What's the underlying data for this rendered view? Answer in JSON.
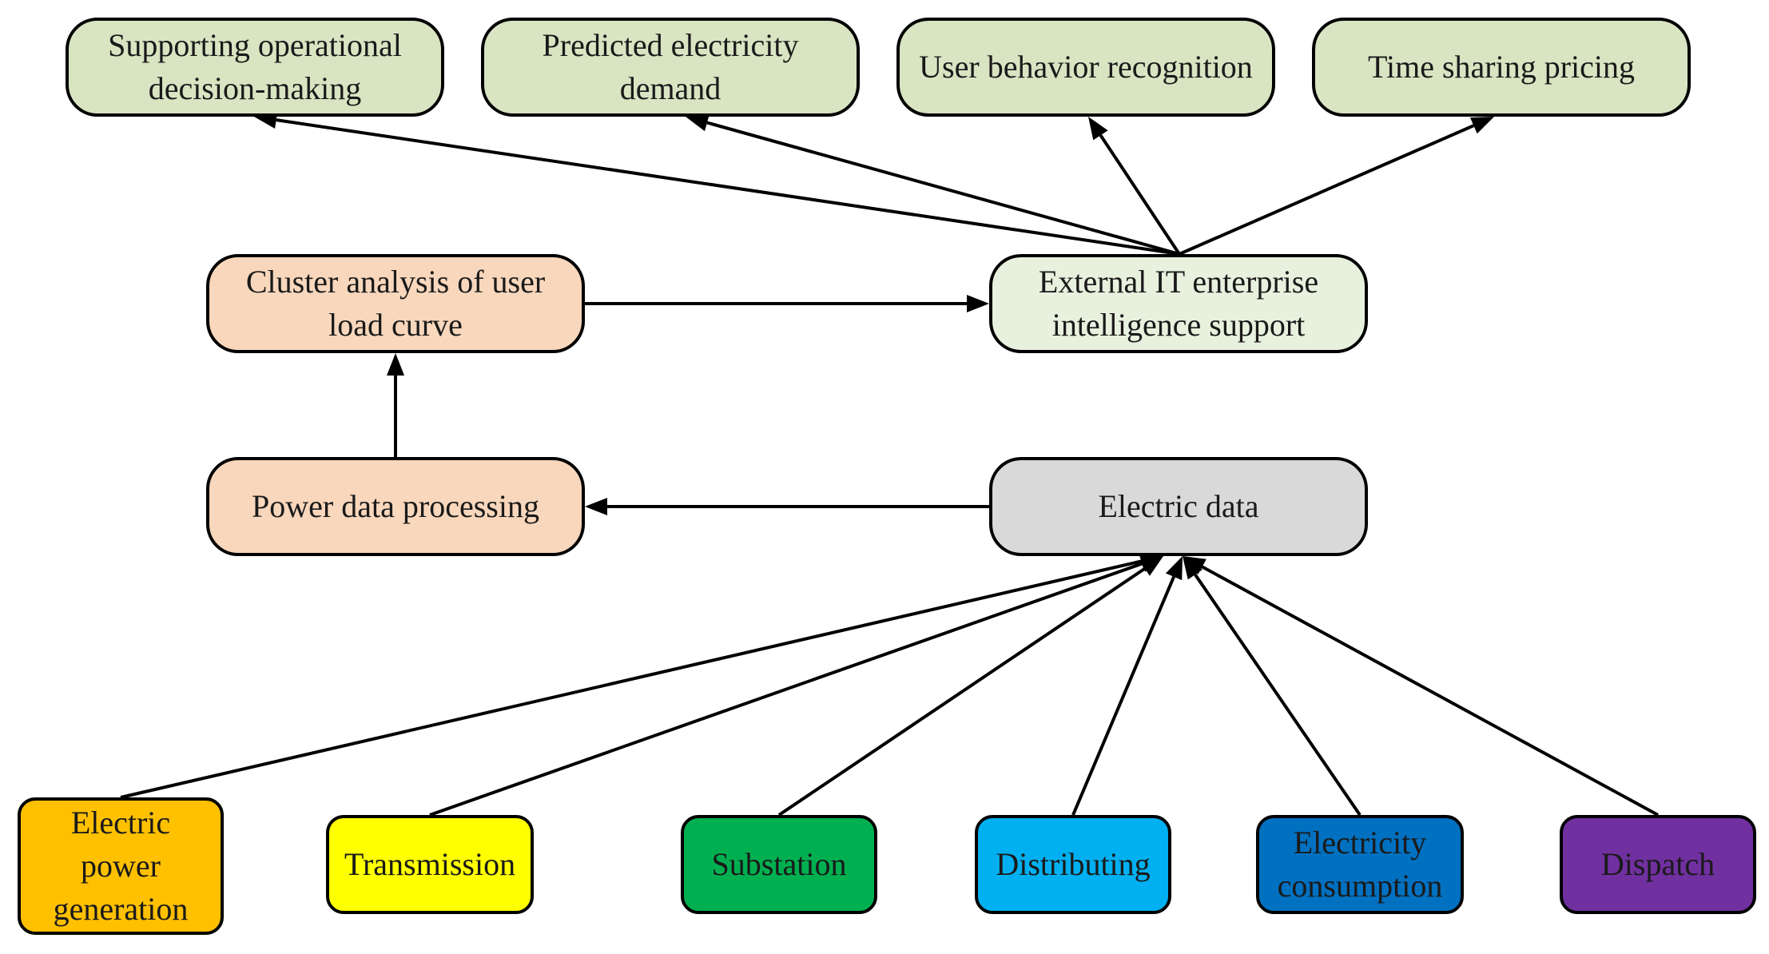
{
  "colors": {
    "top_fill": "#d9e4c2",
    "processing_fill": "#f8d7bc",
    "external_fill": "#e8f0de",
    "electric_fill": "#d9d9d9",
    "edge": "#000000",
    "border": "#000000"
  },
  "nodes": {
    "top": [
      {
        "lines": [
          "Supporting operational",
          "decision-making"
        ]
      },
      {
        "lines": [
          "Predicted electricity",
          "demand"
        ]
      },
      {
        "lines": [
          "User behavior recognition"
        ]
      },
      {
        "lines": [
          "Time sharing pricing"
        ]
      }
    ],
    "cluster": {
      "lines": [
        "Cluster analysis of user",
        "load curve"
      ]
    },
    "external": {
      "lines": [
        "External IT enterprise",
        "intelligence support"
      ]
    },
    "power": {
      "lines": [
        "Power data processing"
      ]
    },
    "electric": {
      "lines": [
        "Electric data"
      ]
    },
    "sources": [
      {
        "lines": [
          "Electric",
          "power",
          "generation"
        ],
        "color": "#ffc000"
      },
      {
        "lines": [
          "Transmission"
        ],
        "color": "#ffff00"
      },
      {
        "lines": [
          "Substation"
        ],
        "color": "#00b050"
      },
      {
        "lines": [
          "Distributing"
        ],
        "color": "#00b0f0"
      },
      {
        "lines": [
          "Electricity",
          "consumption"
        ],
        "color": "#0070c0"
      },
      {
        "lines": [
          "Dispatch"
        ],
        "color": "#7030a0"
      }
    ]
  },
  "edges": [
    {
      "from": "external",
      "to": "top-1"
    },
    {
      "from": "external",
      "to": "top-2"
    },
    {
      "from": "external",
      "to": "top-3"
    },
    {
      "from": "external",
      "to": "top-4"
    },
    {
      "from": "cluster",
      "to": "external"
    },
    {
      "from": "power",
      "to": "cluster"
    },
    {
      "from": "electric",
      "to": "power"
    },
    {
      "from": "src-1",
      "to": "electric"
    },
    {
      "from": "src-2",
      "to": "electric"
    },
    {
      "from": "src-3",
      "to": "electric"
    },
    {
      "from": "src-4",
      "to": "electric"
    },
    {
      "from": "src-5",
      "to": "electric"
    },
    {
      "from": "src-6",
      "to": "electric"
    }
  ]
}
